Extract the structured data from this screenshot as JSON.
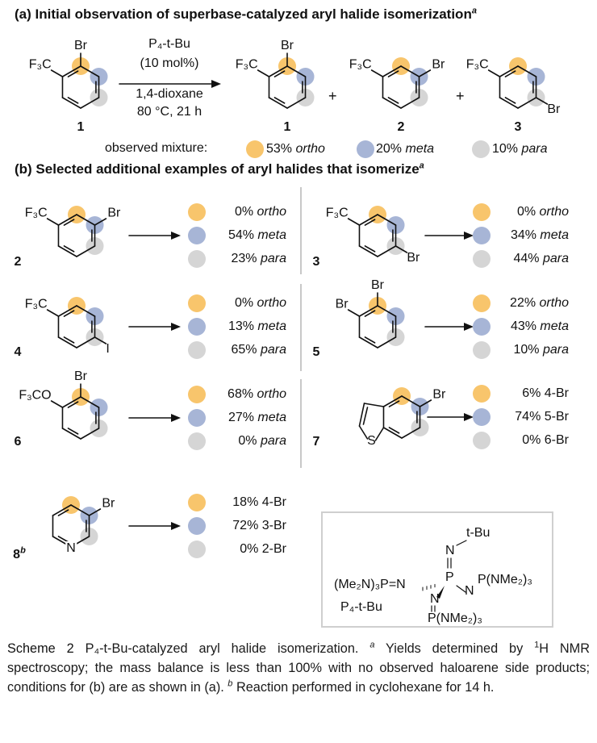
{
  "colors": {
    "ortho": "#F8C56C",
    "meta": "#A7B5D6",
    "para": "#D5D5D5"
  },
  "section_a": {
    "title": "(a) Initial observation of superbase-catalyzed aryl halide isomerization",
    "title_footnote": "a",
    "reactant": {
      "number": "1",
      "substituents": [
        "Br",
        "F₃C"
      ]
    },
    "conditions": {
      "catalyst": "P₄-t-Bu",
      "loading": "(10 mol%)",
      "solvent": "1,4-dioxane",
      "temp_time": "80 °C, 21 h"
    },
    "plus": "+",
    "products": [
      {
        "number": "1",
        "substituents": [
          "Br",
          "F₃C"
        ]
      },
      {
        "number": "2",
        "substituents": [
          "F₃C",
          "Br"
        ]
      },
      {
        "number": "3",
        "substituents": [
          "F₃C",
          "Br"
        ]
      }
    ],
    "mixture_label": "observed mixture:",
    "mixture": [
      {
        "pct": "53%",
        "iso": "ortho",
        "color": "ortho"
      },
      {
        "pct": "20%",
        "iso": "meta",
        "color": "meta"
      },
      {
        "pct": "10%",
        "iso": "para",
        "color": "para"
      }
    ]
  },
  "section_b": {
    "title": "(b) Selected additional examples of aryl halides that isomerize",
    "title_footnote": "a",
    "examples": [
      {
        "number": "2",
        "substituents": [
          "F₃C",
          "Br"
        ],
        "results": [
          {
            "pct": "0%",
            "iso": "ortho",
            "it": true
          },
          {
            "pct": "54%",
            "iso": "meta",
            "it": true
          },
          {
            "pct": "23%",
            "iso": "para",
            "it": true
          }
        ]
      },
      {
        "number": "3",
        "substituents": [
          "F₃C",
          "Br"
        ],
        "results": [
          {
            "pct": "0%",
            "iso": "ortho",
            "it": true
          },
          {
            "pct": "34%",
            "iso": "meta",
            "it": true
          },
          {
            "pct": "44%",
            "iso": "para",
            "it": true
          }
        ]
      },
      {
        "number": "4",
        "substituents": [
          "F₃C",
          "I"
        ],
        "results": [
          {
            "pct": "0%",
            "iso": "ortho",
            "it": true
          },
          {
            "pct": "13%",
            "iso": "meta",
            "it": true
          },
          {
            "pct": "65%",
            "iso": "para",
            "it": true
          }
        ]
      },
      {
        "number": "5",
        "substituents": [
          "Br",
          "Br"
        ],
        "results": [
          {
            "pct": "22%",
            "iso": "ortho",
            "it": true
          },
          {
            "pct": "43%",
            "iso": "meta",
            "it": true
          },
          {
            "pct": "10%",
            "iso": "para",
            "it": true
          }
        ]
      },
      {
        "number": "6",
        "substituents": [
          "Br",
          "F₃CO"
        ],
        "results": [
          {
            "pct": "68%",
            "iso": "ortho",
            "it": true
          },
          {
            "pct": "27%",
            "iso": "meta",
            "it": true
          },
          {
            "pct": "0%",
            "iso": "para",
            "it": true
          }
        ]
      },
      {
        "number": "7",
        "substituents": [
          "Br",
          "S"
        ],
        "results": [
          {
            "pct": "6%",
            "iso": "4-Br",
            "it": false
          },
          {
            "pct": "74%",
            "iso": "5-Br",
            "it": false
          },
          {
            "pct": "0%",
            "iso": "6-Br",
            "it": false
          }
        ]
      },
      {
        "number": "8",
        "number_footnote": "b",
        "substituents": [
          "Br",
          "N"
        ],
        "results": [
          {
            "pct": "18%",
            "iso": "4-Br",
            "it": false
          },
          {
            "pct": "72%",
            "iso": "3-Br",
            "it": false
          },
          {
            "pct": "0%",
            "iso": "2-Br",
            "it": false
          }
        ]
      }
    ]
  },
  "catalyst_box": {
    "name": "P₄-t-Bu",
    "top": "N",
    "tbu": "t-Bu",
    "left": "(Me₂N)₃P=N",
    "center": "P",
    "right_n": "N",
    "right": "P(NMe₂)₃",
    "bottom_n": "N",
    "bottom": "P(NMe₂)₃"
  },
  "caption": {
    "label": "Scheme 2",
    "text1": " P₄-t-Bu-catalyzed aryl halide isomerization. ",
    "fn_a": "a",
    "text2": " Yields determined by ",
    "sup1": "1",
    "text3": "H NMR spectroscopy; the mass balance is less than 100% with no observed haloarene side products; conditions for (b) are as shown in (a). ",
    "fn_b": "b",
    "text4": " Reaction performed in cyclohexane for 14 h."
  }
}
